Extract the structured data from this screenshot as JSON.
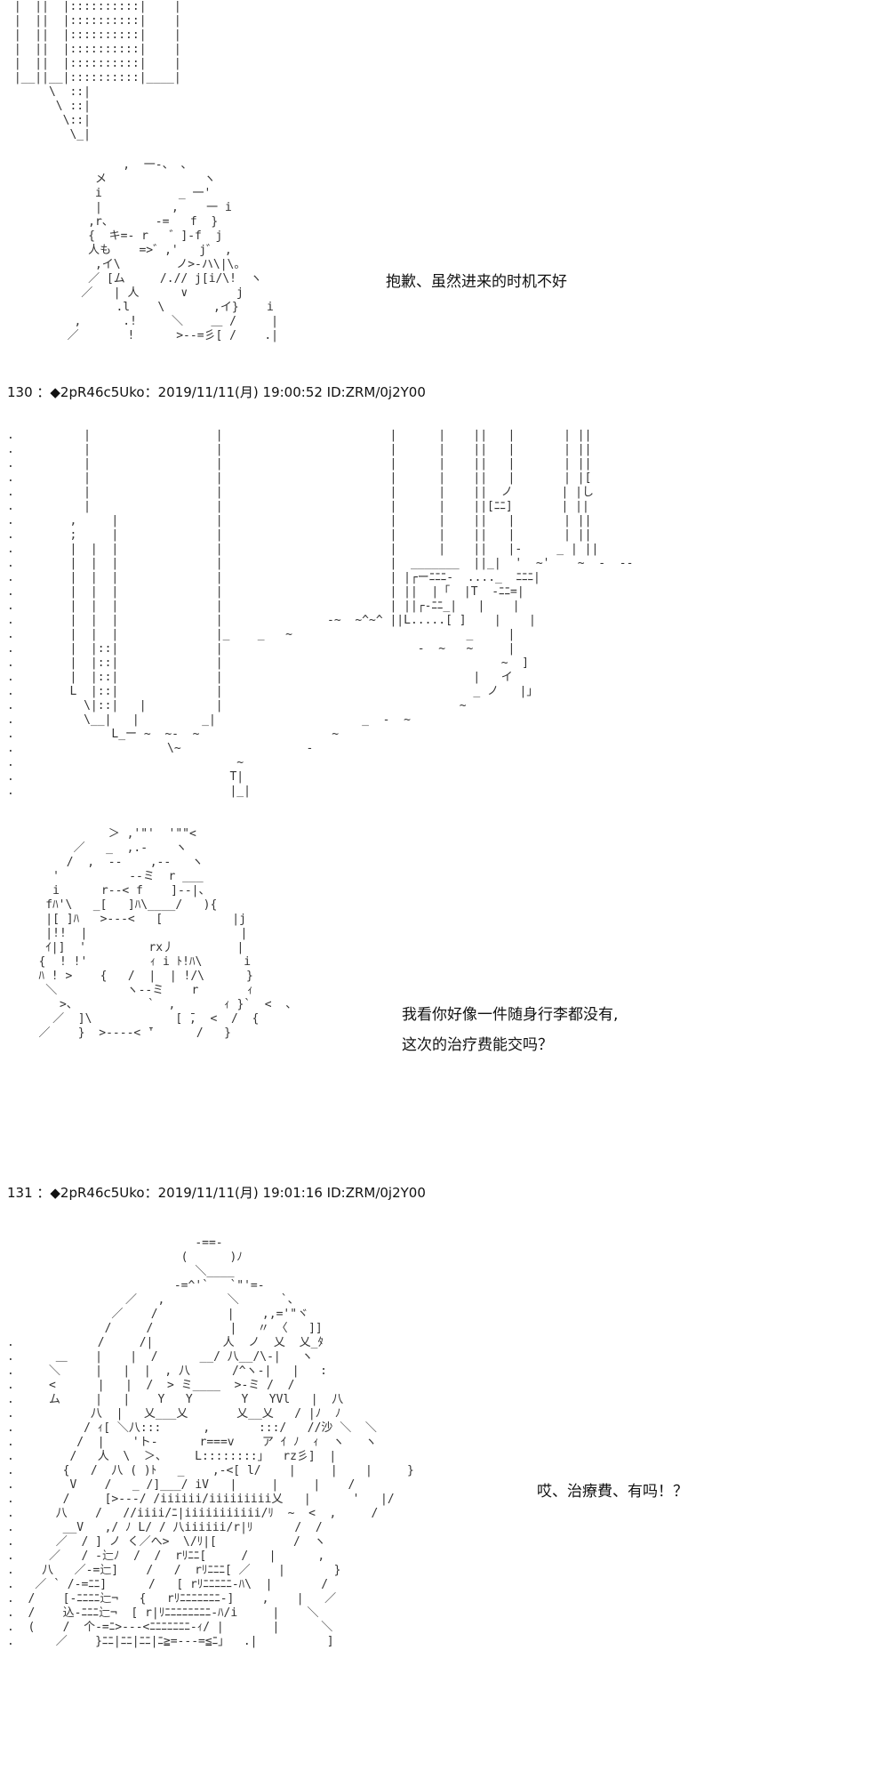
{
  "posts": [
    {
      "dialogue_lines": [
        "抱歉、虽然进来的时机不好"
      ]
    },
    {
      "header": "130 ：◆2pR46c5Uko：2019/11/11(月) 19:00:52 ID:ZRM/0j2Y00",
      "dialogue_lines": [
        "我看你好像一件随身行李都没有,",
        "这次的治疗费能交吗？"
      ]
    },
    {
      "header": "131 ：◆2pR46c5Uko：2019/11/11(月) 19:01:16 ID:ZRM/0j2Y00",
      "dialogue_lines": [
        "哎、治療費、有吗！？"
      ]
    }
  ]
}
